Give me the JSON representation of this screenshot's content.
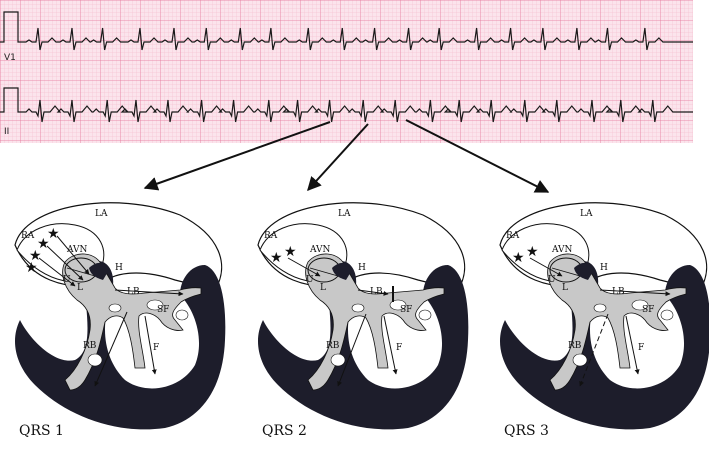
{
  "ecg": {
    "leads": [
      {
        "label": "V1"
      },
      {
        "label": "II"
      }
    ]
  },
  "hearts": [
    {
      "caption": "QRS 1",
      "labels": {
        "la": "LA",
        "ra": "RA",
        "avn": "AVN",
        "u": "U",
        "l": "L",
        "h": "H",
        "lb": "LB",
        "sf": "SF",
        "rb": "RB",
        "f": "F"
      }
    },
    {
      "caption": "QRS 2",
      "labels": {
        "la": "LA",
        "ra": "RA",
        "avn": "AVN",
        "u": "U",
        "l": "L",
        "h": "H",
        "lb": "LB",
        "sf": "SF",
        "rb": "RB",
        "f": "F"
      }
    },
    {
      "caption": "QRS 3",
      "labels": {
        "la": "LA",
        "ra": "RA",
        "avn": "AVN",
        "u": "U",
        "l": "L",
        "h": "H",
        "lb": "LB",
        "sf": "SF",
        "rb": "RB",
        "f": "F"
      }
    }
  ],
  "colors": {
    "grid_minor": "#f4b6c8",
    "grid_major": "#e6779a",
    "paper": "#fbe4ec",
    "trace": "#1a1a1a",
    "conduction": "#c8c8c8",
    "muscle": "#1d1d2b"
  }
}
